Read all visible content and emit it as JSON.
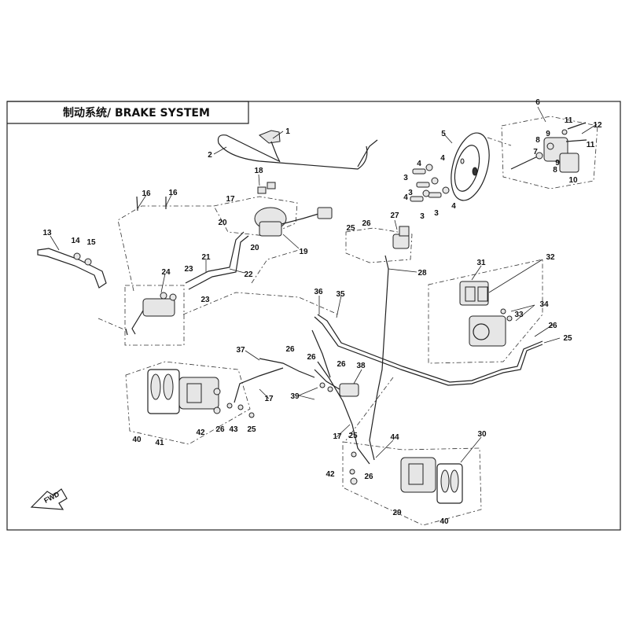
{
  "title": "制动系统/ BRAKE SYSTEM",
  "direction_label": "FWD",
  "callouts": {
    "c1": "1",
    "c2": "2",
    "c3a": "3",
    "c3b": "3",
    "c3c": "3",
    "c3d": "3",
    "c4a": "4",
    "c4b": "4",
    "c4c": "4",
    "c4d": "4",
    "c5": "5",
    "c6": "6",
    "c7": "7",
    "c8a": "8",
    "c8b": "8",
    "c9a": "9",
    "c9b": "9",
    "c10": "10",
    "c11a": "11",
    "c11b": "11",
    "c12": "12",
    "c13": "13",
    "c14": "14",
    "c15": "15",
    "c16a": "16",
    "c16b": "16",
    "c17a": "17",
    "c17b": "17",
    "c17c": "17",
    "c18": "18",
    "c19": "19",
    "c20a": "20",
    "c20b": "20",
    "c21": "21",
    "c22": "22",
    "c23a": "23",
    "c23b": "23",
    "c24": "24",
    "c25a": "25",
    "c25b": "25",
    "c25c": "25",
    "c25d": "25",
    "c26a": "26",
    "c26b": "26",
    "c26c": "26",
    "c26d": "26",
    "c26e": "26",
    "c26f": "26",
    "c26g": "26",
    "c27": "27",
    "c28": "28",
    "c29": "29",
    "c30": "30",
    "c31": "31",
    "c32": "32",
    "c33": "33",
    "c34": "34",
    "c35": "35",
    "c36": "36",
    "c37": "37",
    "c38": "38",
    "c39": "39",
    "c40a": "40",
    "c40b": "40",
    "c41": "41",
    "c42a": "42",
    "c42b": "42",
    "c43": "43",
    "c44": "44"
  }
}
